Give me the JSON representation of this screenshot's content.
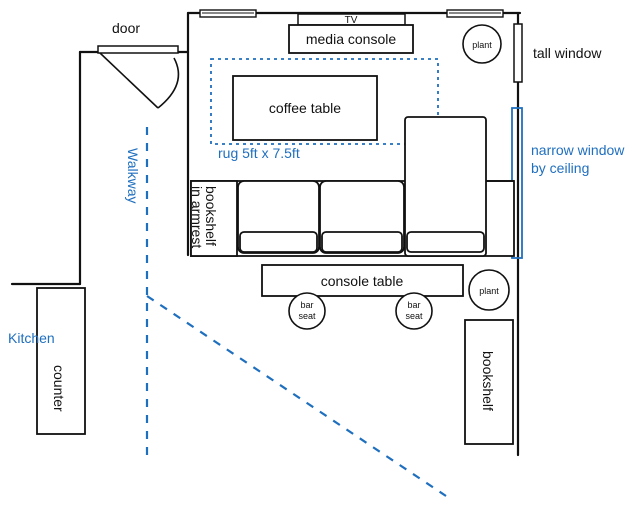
{
  "labels": {
    "door": "door",
    "tv": "TV",
    "media_console": "media console",
    "plant_top": "plant",
    "tall_window": "tall window",
    "coffee_table": "coffee table",
    "rug": "rug 5ft x 7.5ft",
    "walkway": "Walkway",
    "narrow_window_line1": "narrow window",
    "narrow_window_line2": "by ceiling",
    "bookshelf_armrest_line1": "bookshelf",
    "bookshelf_armrest_line2": "in armrest",
    "console_table": "console table",
    "plant_right": "plant",
    "bar_seat_line1": "bar",
    "bar_seat_line2": "seat",
    "kitchen": "Kitchen",
    "counter": "counter",
    "bookshelf": "bookshelf"
  },
  "colors": {
    "ink": "#111111",
    "annotation": "#1f6fbf"
  }
}
